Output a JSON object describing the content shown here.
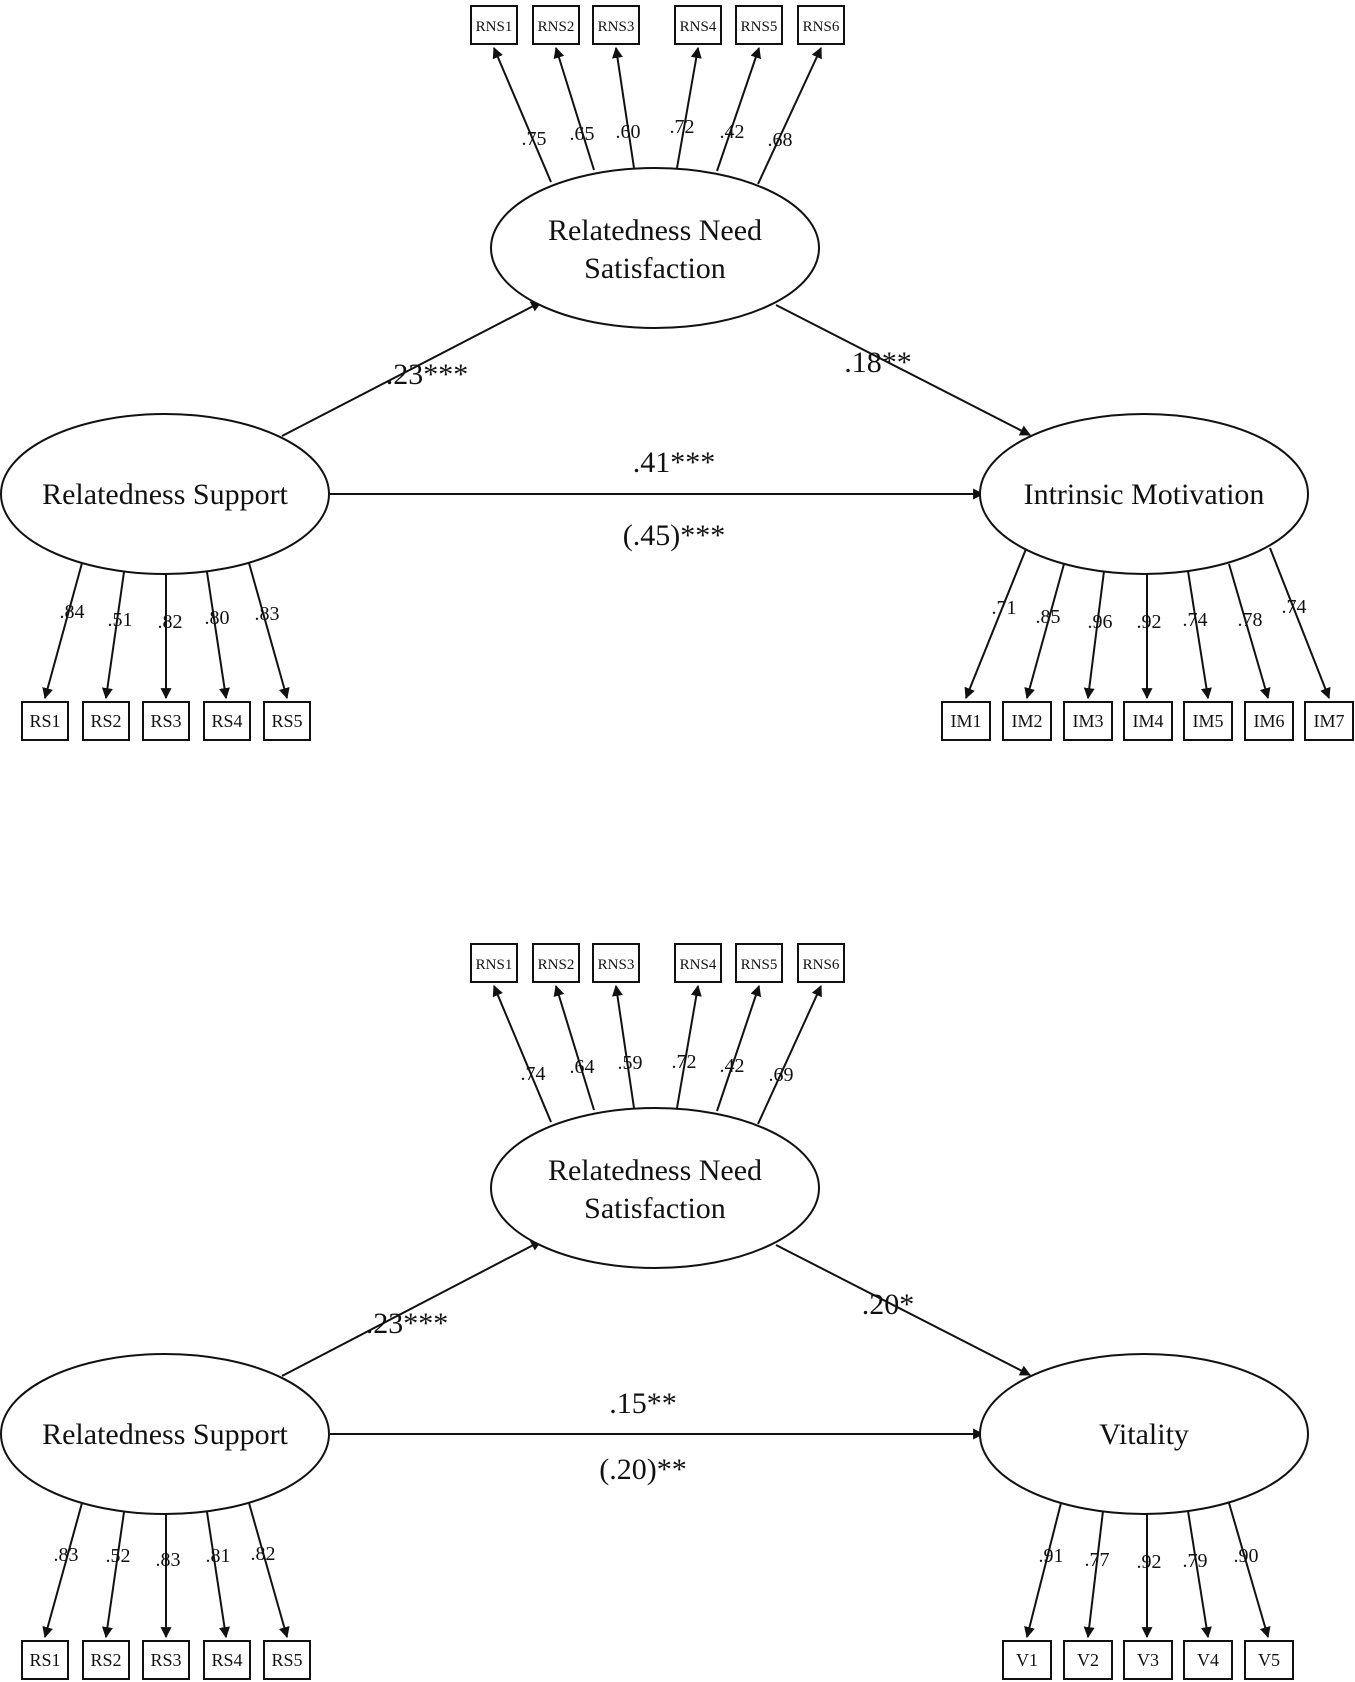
{
  "models": [
    {
      "mediator": {
        "label_line1": "Relatedness Need",
        "label_line2": "Satisfaction",
        "indicators": [
          "RNS1",
          "RNS2",
          "RNS3",
          "RNS4",
          "RNS5",
          "RNS6"
        ],
        "loadings": [
          ".75",
          ".65",
          ".60",
          ".72",
          ".42",
          ".68"
        ]
      },
      "predictor": {
        "label": "Relatedness Support",
        "indicators": [
          "RS1",
          "RS2",
          "RS3",
          "RS4",
          "RS5"
        ],
        "loadings": [
          ".84",
          ".51",
          ".82",
          ".80",
          ".83"
        ]
      },
      "outcome": {
        "label": "Intrinsic Motivation",
        "indicators": [
          "IM1",
          "IM2",
          "IM3",
          "IM4",
          "IM5",
          "IM6",
          "IM7"
        ],
        "loadings": [
          ".71",
          ".85",
          ".96",
          ".92",
          ".74",
          ".78",
          ".74"
        ]
      },
      "paths": {
        "a": ".23***",
        "b": ".18**",
        "c_direct": ".41***",
        "c_total": "(.45)***"
      }
    },
    {
      "mediator": {
        "label_line1": "Relatedness Need",
        "label_line2": "Satisfaction",
        "indicators": [
          "RNS1",
          "RNS2",
          "RNS3",
          "RNS4",
          "RNS5",
          "RNS6"
        ],
        "loadings": [
          ".74",
          ".64",
          ".59",
          ".72",
          ".42",
          ".69"
        ]
      },
      "predictor": {
        "label": "Relatedness Support",
        "indicators": [
          "RS1",
          "RS2",
          "RS3",
          "RS4",
          "RS5"
        ],
        "loadings": [
          ".83",
          ".52",
          ".83",
          ".81",
          ".82"
        ]
      },
      "outcome": {
        "label": "Vitality",
        "indicators": [
          "V1",
          "V2",
          "V3",
          "V4",
          "V5"
        ],
        "loadings": [
          ".91",
          ".77",
          ".92",
          ".79",
          ".90"
        ]
      },
      "paths": {
        "a": ".23***",
        "b": ".20*",
        "c_direct": ".15**",
        "c_total": "(.20)**"
      }
    }
  ]
}
